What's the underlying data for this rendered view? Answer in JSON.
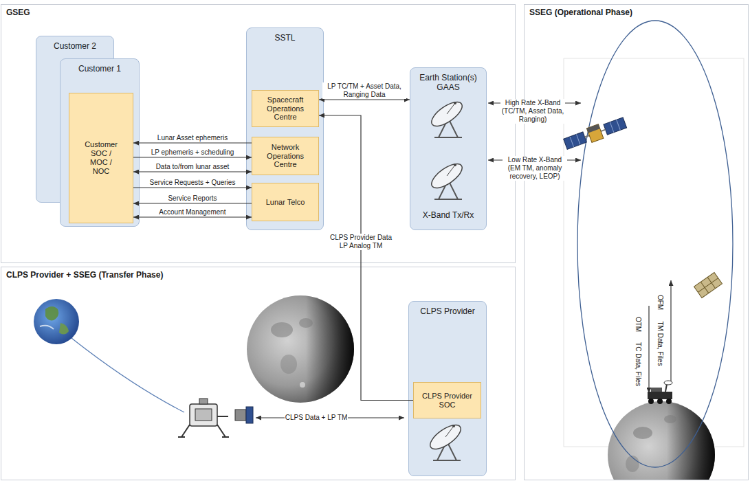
{
  "diagram": {
    "nodes": [
      {
        "text": [
          "GSEG"
        ]
      },
      {
        "text": [
          "Customer 2"
        ],
        "in": 0
      },
      {
        "text": [
          "Customer 1"
        ],
        "in": 0
      },
      {
        "text": [
          "Customer SOC / MOC / NOC"
        ],
        "in": 2
      },
      {
        "text": [
          "SSTL"
        ],
        "in": 0
      },
      {
        "text": [
          "Spacecraft Operations Centre"
        ],
        "in": 4
      },
      {
        "text": [
          "Network Operations Centre"
        ],
        "in": 4
      },
      {
        "text": [
          "Lunar Telco"
        ],
        "in": 4
      },
      {
        "text": [
          "Earth Station(s) GAAS",
          "X-Band Tx/Rx"
        ],
        "in": 0
      },
      {
        "text": [
          "SSEG (Operational Phase)"
        ]
      },
      {
        "text": [
          "CLPS Provider + SSEG (Transfer Phase)"
        ]
      },
      {
        "text": [
          "CLPS Provider"
        ],
        "in": 10
      },
      {
        "text": [
          "CLPS Provider SOC"
        ],
        "in": 11
      }
    ],
    "edges": [
      {
        "from": 6,
        "to": 3,
        "label": "Lunar Asset ephemeris",
        "arrow": "to"
      },
      {
        "from": 3,
        "to": 6,
        "label": "LP ephemeris + scheduling",
        "arrow": "to"
      },
      {
        "from": 3,
        "to": 6,
        "label": "Data to/from lunar asset",
        "arrow": "both"
      },
      {
        "from": 3,
        "to": 7,
        "label": "Service Requests + Queries",
        "arrow": "to"
      },
      {
        "from": 7,
        "to": 3,
        "label": "Service Reports",
        "arrow": "to"
      },
      {
        "from": 3,
        "to": 7,
        "label": "Account Management",
        "arrow": "both"
      },
      {
        "from": 5,
        "to": 8,
        "label": "LP TC/TM + Asset Data, Ranging Data",
        "arrow": "both"
      },
      {
        "from": 12,
        "to": 5,
        "label": "CLPS Provider Data LP Analog TM",
        "arrow": "to"
      }
    ],
    "labels": [
      "High Rate X-Band (TC/TM, Asset Data, Ranging)",
      "Low Rate X-Band (EM TM, anomaly recovery, LEOP)",
      "TC Data, Files",
      "OTM",
      "TM Data, Files",
      "OFM",
      "CLPS Data + LP TM"
    ]
  }
}
